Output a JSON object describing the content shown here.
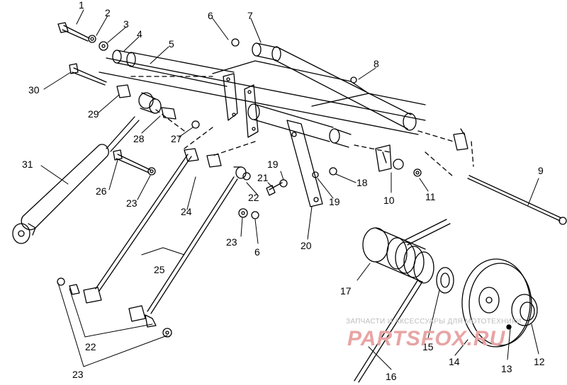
{
  "callouts": {
    "c1": "1",
    "c2": "2",
    "c3": "3",
    "c4": "4",
    "c5": "5",
    "c6a": "6",
    "c7": "7",
    "c8": "8",
    "c30": "30",
    "c29": "29",
    "c28": "28",
    "c27": "27",
    "c31": "31",
    "c26": "26",
    "c23a": "23",
    "c24": "24",
    "c25": "25",
    "c23b": "23",
    "c6b": "6",
    "c22a": "22",
    "c21": "21",
    "c19a": "19",
    "c19b": "19",
    "c18": "18",
    "c20": "20",
    "c10": "10",
    "c11": "11",
    "c9": "9",
    "c17": "17",
    "c15": "15",
    "c14": "14",
    "c13": "13",
    "c12": "12",
    "c16": "16",
    "c22b": "22",
    "c23c": "23"
  },
  "watermark": {
    "text": "ЗАПЧАСТИ И АКСЕССУАРЫ ДЛЯ МОТОТЕХНИКИ",
    "logo": "PARTSFOX.RU"
  }
}
